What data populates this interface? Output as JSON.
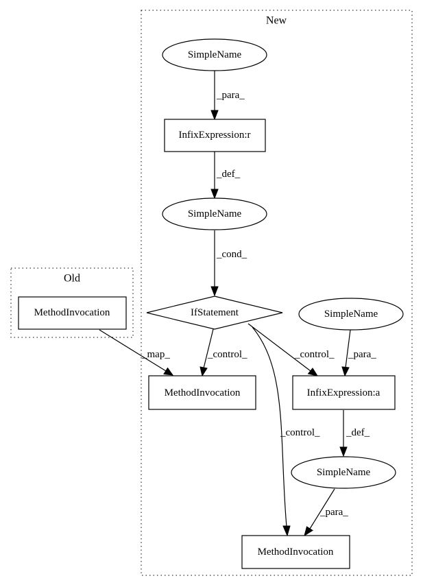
{
  "clusters": {
    "new": {
      "label": "New"
    },
    "old": {
      "label": "Old"
    }
  },
  "nodes": {
    "simplename_top": "SimpleName",
    "infix_r": "InfixExpression:r",
    "simplename_mid": "SimpleName",
    "ifstatement": "IfStatement",
    "simplename_right": "SimpleName",
    "methodinvocation_old": "MethodInvocation",
    "methodinvocation_center": "MethodInvocation",
    "infix_a": "InfixExpression:a",
    "simplename_lower": "SimpleName",
    "methodinvocation_bottom": "MethodInvocation"
  },
  "edges": {
    "para_1": "_para_",
    "def_1": "_def_",
    "cond": "_cond_",
    "map": "_map_",
    "control_1": "_control_",
    "control_2": "_control_",
    "para_2": "_para_",
    "control_3": "_control_",
    "def_2": "_def_",
    "para_3": "_para_"
  }
}
